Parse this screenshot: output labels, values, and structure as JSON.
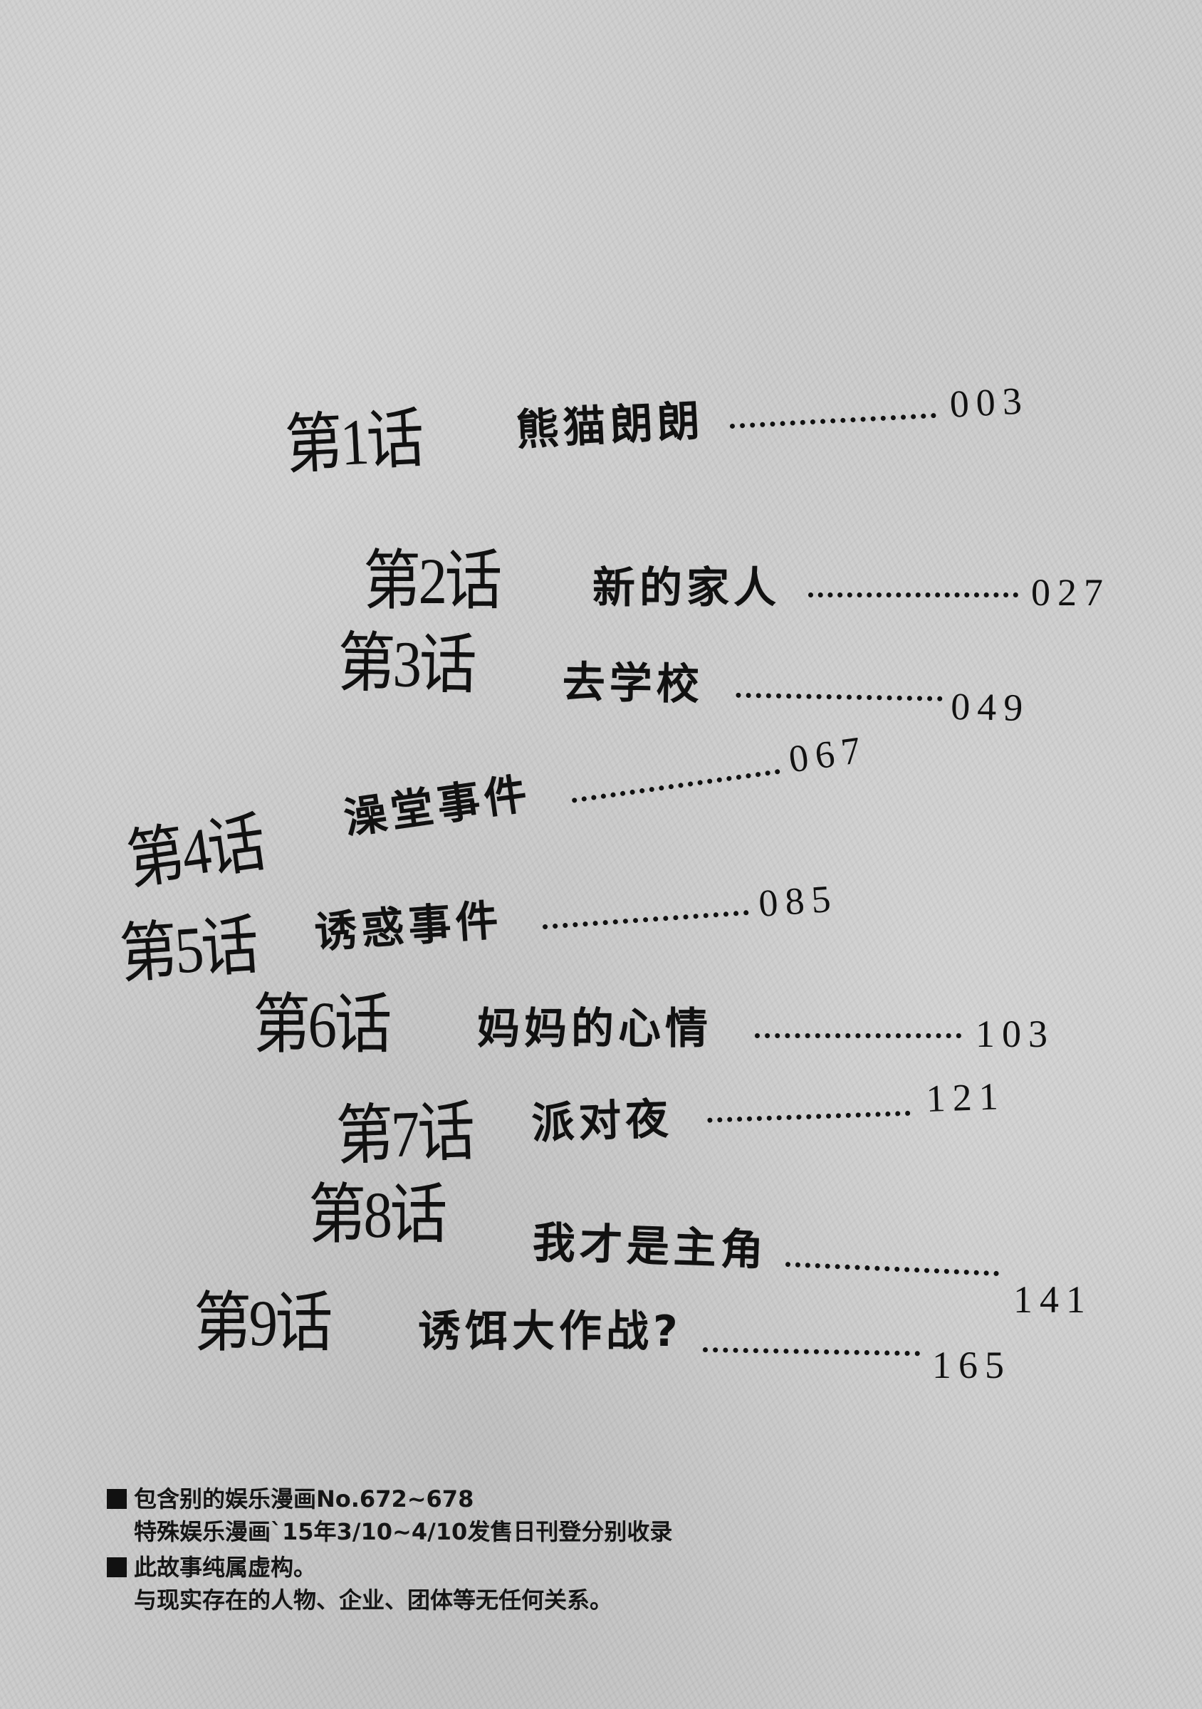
{
  "page": {
    "type": "table-of-contents",
    "background_color": "#cbcbcb",
    "text_color": "#111111"
  },
  "toc": {
    "entries": [
      {
        "label": "第1话",
        "title": "熊猫朗朗",
        "page": "003"
      },
      {
        "label": "第2话",
        "title": "新的家人",
        "page": "027"
      },
      {
        "label": "第3话",
        "title": "去学校",
        "page": "049"
      },
      {
        "label": "第4话",
        "title": "澡堂事件",
        "page": "067"
      },
      {
        "label": "第5话",
        "title": "诱惑事件",
        "page": "085"
      },
      {
        "label": "第6话",
        "title": "妈妈的心情",
        "page": "103"
      },
      {
        "label": "第7话",
        "title": "派对夜",
        "page": "121"
      },
      {
        "label": "第8话",
        "title": "我才是主角",
        "page": "141"
      },
      {
        "label": "第9话",
        "title": "诱饵大作战?",
        "page": "165"
      }
    ]
  },
  "notes": [
    {
      "bullet_icon": "square-bullet",
      "lines": [
        "包含别的娱乐漫画No.672~678",
        "特殊娱乐漫画`15年3/10~4/10发售日刊登分别收录"
      ]
    },
    {
      "bullet_icon": "square-bullet",
      "lines": [
        "此故事纯属虚构。",
        "与现实存在的人物、企业、团体等无任何关系。"
      ]
    }
  ]
}
